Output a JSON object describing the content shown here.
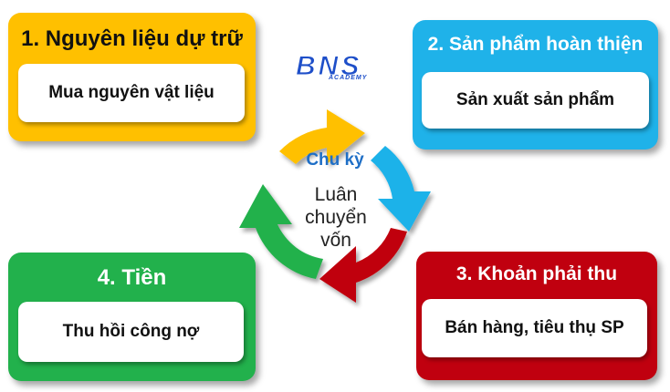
{
  "brand": {
    "logo_text": "BNS",
    "logo_subtext": "ACADEMY",
    "color": "#1e4fc9"
  },
  "colors": {
    "yellow": "#ffc000",
    "blue": "#1fb2e9",
    "red": "#c0000f",
    "green": "#22b14c"
  },
  "stages": [
    {
      "title": "1. Nguyên liệu dự trữ",
      "action": "Mua nguyên vật liệu"
    },
    {
      "title": "2. Sản phẩm hoàn thiện",
      "action": "Sản xuất sản phẩm"
    },
    {
      "title": "3. Khoản phải thu",
      "action": "Bán hàng, tiêu thụ SP"
    },
    {
      "title": "4. Tiền",
      "action": "Thu hồi công nợ"
    }
  ],
  "cycle": {
    "top_label": "Chu kỳ",
    "lines": [
      "Luân",
      "chuyển",
      "vốn"
    ]
  }
}
